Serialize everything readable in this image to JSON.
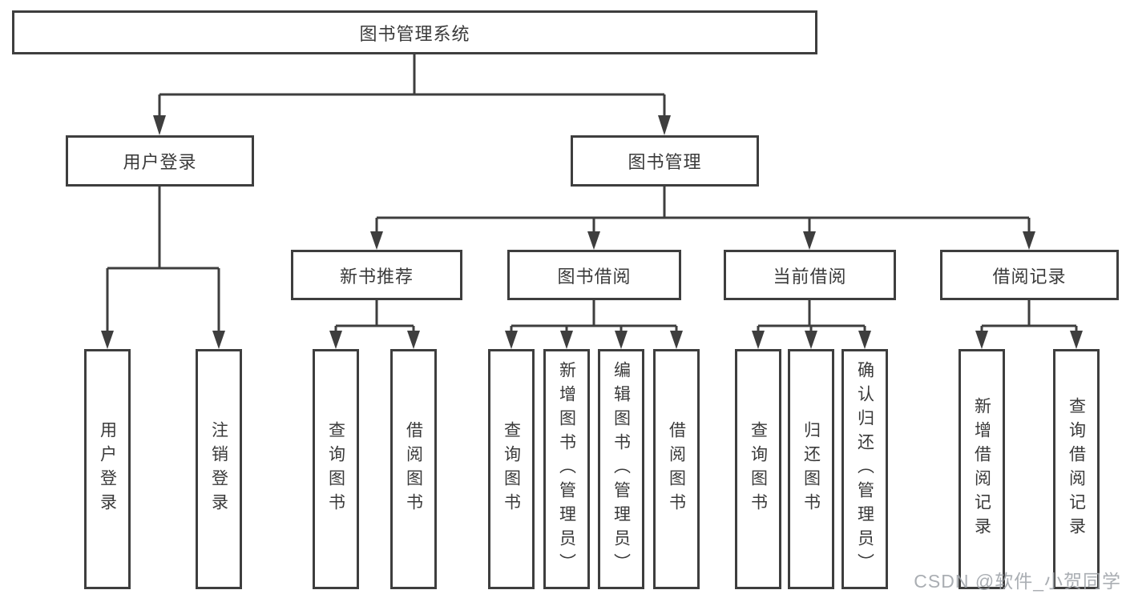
{
  "diagram": {
    "root": "图书管理系统",
    "branches": [
      {
        "label": "用户登录",
        "children": [
          {
            "label": "用户登录"
          },
          {
            "label": "注销登录"
          }
        ]
      },
      {
        "label": "图书管理",
        "children": [
          {
            "label": "新书推荐",
            "children": [
              {
                "label": "查询图书"
              },
              {
                "label": "借阅图书"
              }
            ]
          },
          {
            "label": "图书借阅",
            "children": [
              {
                "label": "查询图书"
              },
              {
                "label": "新增图书（管理员）"
              },
              {
                "label": "编辑图书（管理员）"
              },
              {
                "label": "借阅图书"
              }
            ]
          },
          {
            "label": "当前借阅",
            "children": [
              {
                "label": "查询图书"
              },
              {
                "label": "归还图书"
              },
              {
                "label": "确认归还（管理员）"
              }
            ]
          },
          {
            "label": "借阅记录",
            "children": [
              {
                "label": "新增借阅记录"
              },
              {
                "label": "查询借阅记录"
              }
            ]
          }
        ]
      }
    ]
  },
  "watermark": "CSDN @软件_小贺同学",
  "colors": {
    "line": "#3e3e3e",
    "box_border": "#3e3e3e",
    "text": "#3a3a3a",
    "background": "#ffffff",
    "watermark": "#9ea3a9"
  }
}
